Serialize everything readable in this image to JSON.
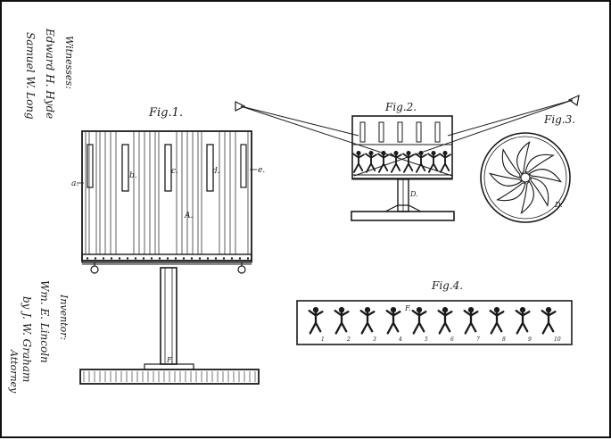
{
  "figures": {
    "fig1": {
      "caption": "Fig.1.",
      "labels": {
        "a": "a.",
        "b": "b.",
        "c": "c.",
        "d": "d.",
        "e": "e.",
        "A": "A.",
        "F": "F."
      }
    },
    "fig2": {
      "caption": "Fig.2.",
      "labels": {
        "D": "D."
      }
    },
    "fig3": {
      "caption": "Fig.3.",
      "labels": {
        "D": "D."
      }
    },
    "fig4": {
      "caption": "Fig.4.",
      "labels": {
        "F": "F."
      }
    }
  },
  "margin_text": {
    "witnesses_heading": "Witnesses:",
    "witness_1": "Edward H. Hyde",
    "witness_2": "Samuel W. Long",
    "inventor_heading": "Inventor:",
    "inventor_name": "Wm. E. Lincoln",
    "inventor_by": "by J. W. Graham",
    "inventor_role": "Attorney"
  },
  "strip_numbers": [
    "1",
    "2",
    "3",
    "4",
    "5",
    "6",
    "7",
    "8",
    "9",
    "10"
  ],
  "colors": {
    "ink": "#1a1a1a",
    "paper": "#ffffff"
  }
}
